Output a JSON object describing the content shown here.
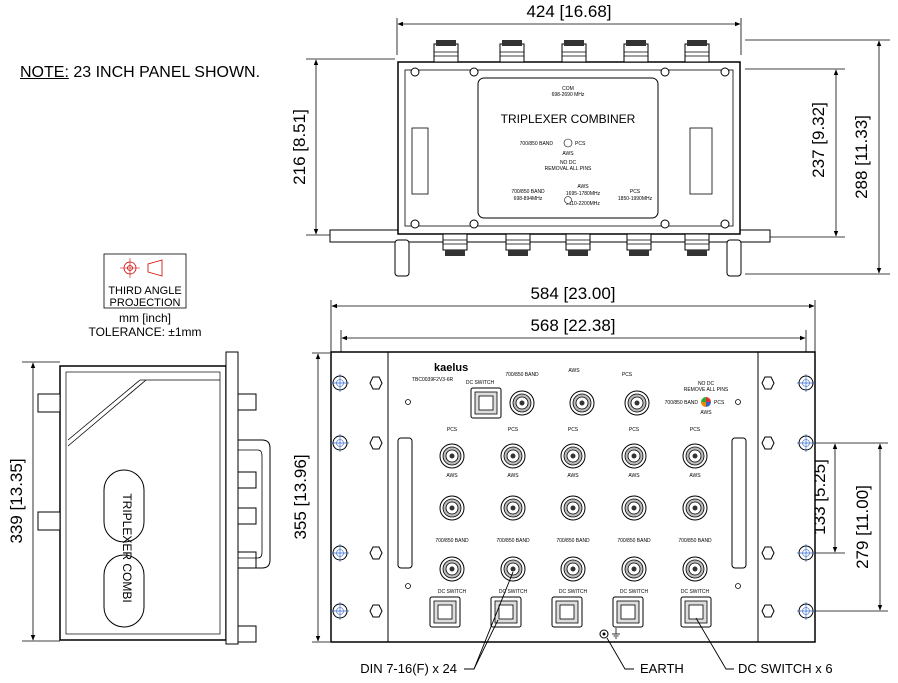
{
  "note": {
    "prefix": "NOTE:",
    "text": " 23 INCH PANEL SHOWN."
  },
  "projection": {
    "label_line1": "THIRD ANGLE",
    "label_line2": "PROJECTION",
    "units": "mm [inch]",
    "tolerance": "TOLERANCE: ±1mm"
  },
  "top_view": {
    "width_dim": "424 [16.68]",
    "height_left_dim": "216 [8.51]",
    "height_right_inner_dim": "237 [9.32]",
    "height_right_outer_dim": "288 [11.33]",
    "plate_title": "TRIPLEXER COMBINER",
    "plate_com": "COM",
    "plate_com_sub": "698-2690 MHz",
    "plate_port_left": "700/850 BAND",
    "plate_port_right": "PCS",
    "plate_aws": "AWS",
    "plate_nodc": "NO DC",
    "plate_nodc_sub": "REMOVAL ALL PINS",
    "plate_b1": "700/850 BAND",
    "plate_b1_f": "698-894MHz",
    "plate_b2": "AWS",
    "plate_b2_f": "1695-1780MHz",
    "plate_b2_f2": "2110-2200MHz",
    "plate_b3": "PCS",
    "plate_b3_f": "1850-1990MHz"
  },
  "side_view": {
    "height_dim": "339 [13.35]",
    "text_vertical": "TRIPLEXER COMBI"
  },
  "front_view": {
    "outer_width_dim": "584 [23.00]",
    "inner_width_dim": "568 [22.38]",
    "height_dim": "355 [13.96]",
    "inner_right_dim": "133 [5.25]",
    "outer_right_dim": "279 [11.00]",
    "brand": "kaelus",
    "model": "TBC0039F2V3-6R",
    "dc_switch_top": "DC SWITCH",
    "top_b1": "700/850 BAND",
    "top_b2": "AWS",
    "top_b3": "PCS",
    "legend_nodc": "NO DC",
    "legend_sub": "REMOVE ALL PINS",
    "legend_left": "700/850 BAND",
    "legend_right": "PCS",
    "legend_bottom": "AWS",
    "row_pcs": "PCS",
    "row_aws": "AWS",
    "row_band": "700/850 BAND",
    "dc_switch": "DC SWITCH"
  },
  "callouts": {
    "din": "DIN 7-16(F) x 24",
    "earth": "EARTH",
    "dc_switch": "DC SWITCH x 6"
  }
}
